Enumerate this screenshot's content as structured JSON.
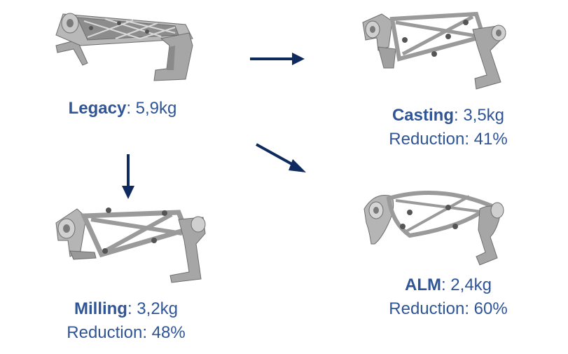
{
  "colors": {
    "text": "#2f5597",
    "arrow": "#0f2a5e",
    "metal_light": "#d9d9d9",
    "metal_mid": "#a6a6a6",
    "metal_dark": "#6e6e6e"
  },
  "legacy": {
    "name": "Legacy",
    "weight": ": 5,9kg",
    "icon": "legacy-bracket-icon"
  },
  "casting": {
    "name": "Casting",
    "weight": ": 3,5kg",
    "reduction": "Reduction: 41%",
    "icon": "casting-bracket-icon"
  },
  "milling": {
    "name": "Milling",
    "weight": ": 3,2kg",
    "reduction": "Reduction: 48%",
    "icon": "milling-bracket-icon"
  },
  "alm": {
    "name": "ALM",
    "weight": ": 2,4kg",
    "reduction": "Reduction: 60%",
    "icon": "alm-bracket-icon"
  }
}
